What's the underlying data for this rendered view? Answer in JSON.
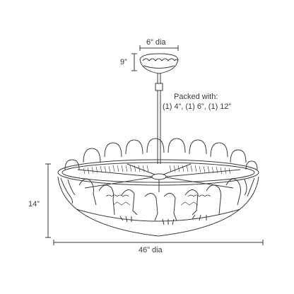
{
  "dimensions": {
    "canopy_diameter": "6” dia",
    "canopy_height": "9”",
    "fixture_height": "14”",
    "fixture_diameter": "46” dia"
  },
  "note": {
    "line1": "Packed with:",
    "line2": "(1) 4”, (1) 6”, (1) 12”"
  },
  "colors": {
    "line": "#3a3a3a"
  }
}
